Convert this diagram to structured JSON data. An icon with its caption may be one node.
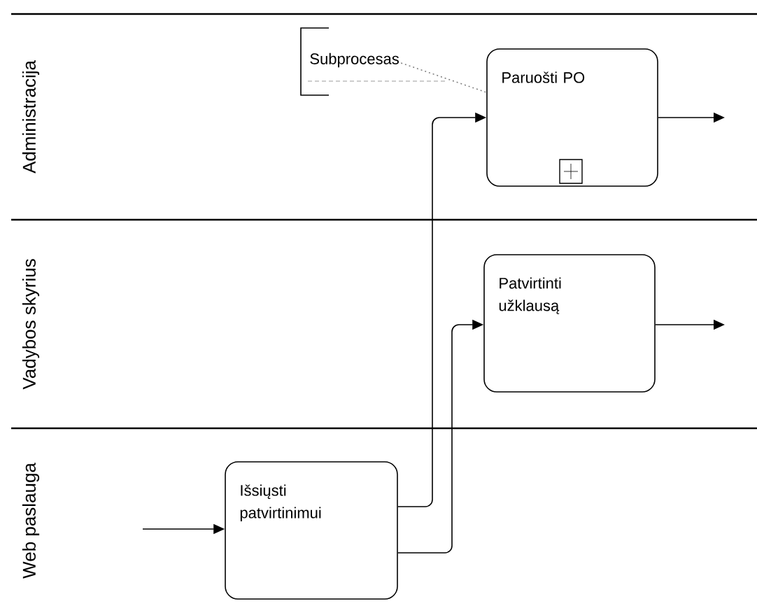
{
  "diagram": {
    "nodes": [
      {
        "text": [
          "Administracija"
        ]
      },
      {
        "text": [
          "Vadybos skyrius"
        ]
      },
      {
        "text": [
          "Web paslauga"
        ]
      },
      {
        "text": [
          "Subprocesas"
        ],
        "in": 0
      },
      {
        "text": [
          "Paruošti PO"
        ],
        "in": 0
      },
      {
        "text": [
          "Patvirtinti užklausą"
        ],
        "in": 1
      },
      {
        "text": [
          "Išsiųsti patvirtinimui"
        ],
        "in": 2
      }
    ],
    "edges": [
      {
        "from": null,
        "to": 6,
        "arrow": "to"
      },
      {
        "from": 6,
        "to": 4,
        "arrow": "to"
      },
      {
        "from": 6,
        "to": 5,
        "arrow": "to"
      },
      {
        "from": 4,
        "to": null,
        "arrow": "to"
      },
      {
        "from": 5,
        "to": null,
        "arrow": "to"
      },
      {
        "from": 3,
        "to": 4,
        "arrow": "none",
        "style": "dashed",
        "color": "#808080"
      }
    ]
  }
}
